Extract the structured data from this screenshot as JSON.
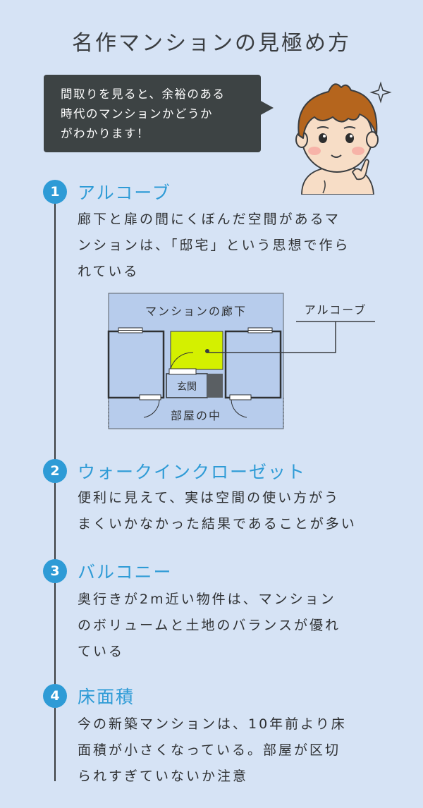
{
  "title": "名作マンションの見極め方",
  "speech": {
    "lines": [
      "間取りを見ると、余裕のある",
      "時代のマンションかどうか",
      "がわかります！"
    ]
  },
  "items": [
    {
      "number": "1",
      "heading": "アルコーブ",
      "lines": [
        "廊下と扉の間にくぼんだ空間があるマ",
        "ンションは、「邸宅」という思想で作ら",
        "れている"
      ]
    },
    {
      "number": "2",
      "heading": "ウォークインクローゼット",
      "lines": [
        "便利に見えて、実は空間の使い方がう",
        "まくいかなかった結果であることが多い"
      ]
    },
    {
      "number": "3",
      "heading": "バルコニー",
      "lines": [
        "奥行きが2m近い物件は、マンション",
        "のボリュームと土地のバランスが優れ",
        "ている"
      ]
    },
    {
      "number": "4",
      "heading": "床面積",
      "lines": [
        "今の新築マンションは、10年前より床",
        "面積が小さくなっている。部屋が区切",
        "られすぎていないか注意"
      ]
    }
  ],
  "diagram": {
    "corridor_label": "マンションの廊下",
    "alcove_label": "アルコーブ",
    "entrance_label": "玄関",
    "room_label": "部屋の中"
  },
  "colors": {
    "background": "#d6e3f5",
    "accent": "#2e9bd6",
    "bubble": "#3d4344",
    "alcove": "#d4f000",
    "plan_fill": "#b7ccec"
  }
}
